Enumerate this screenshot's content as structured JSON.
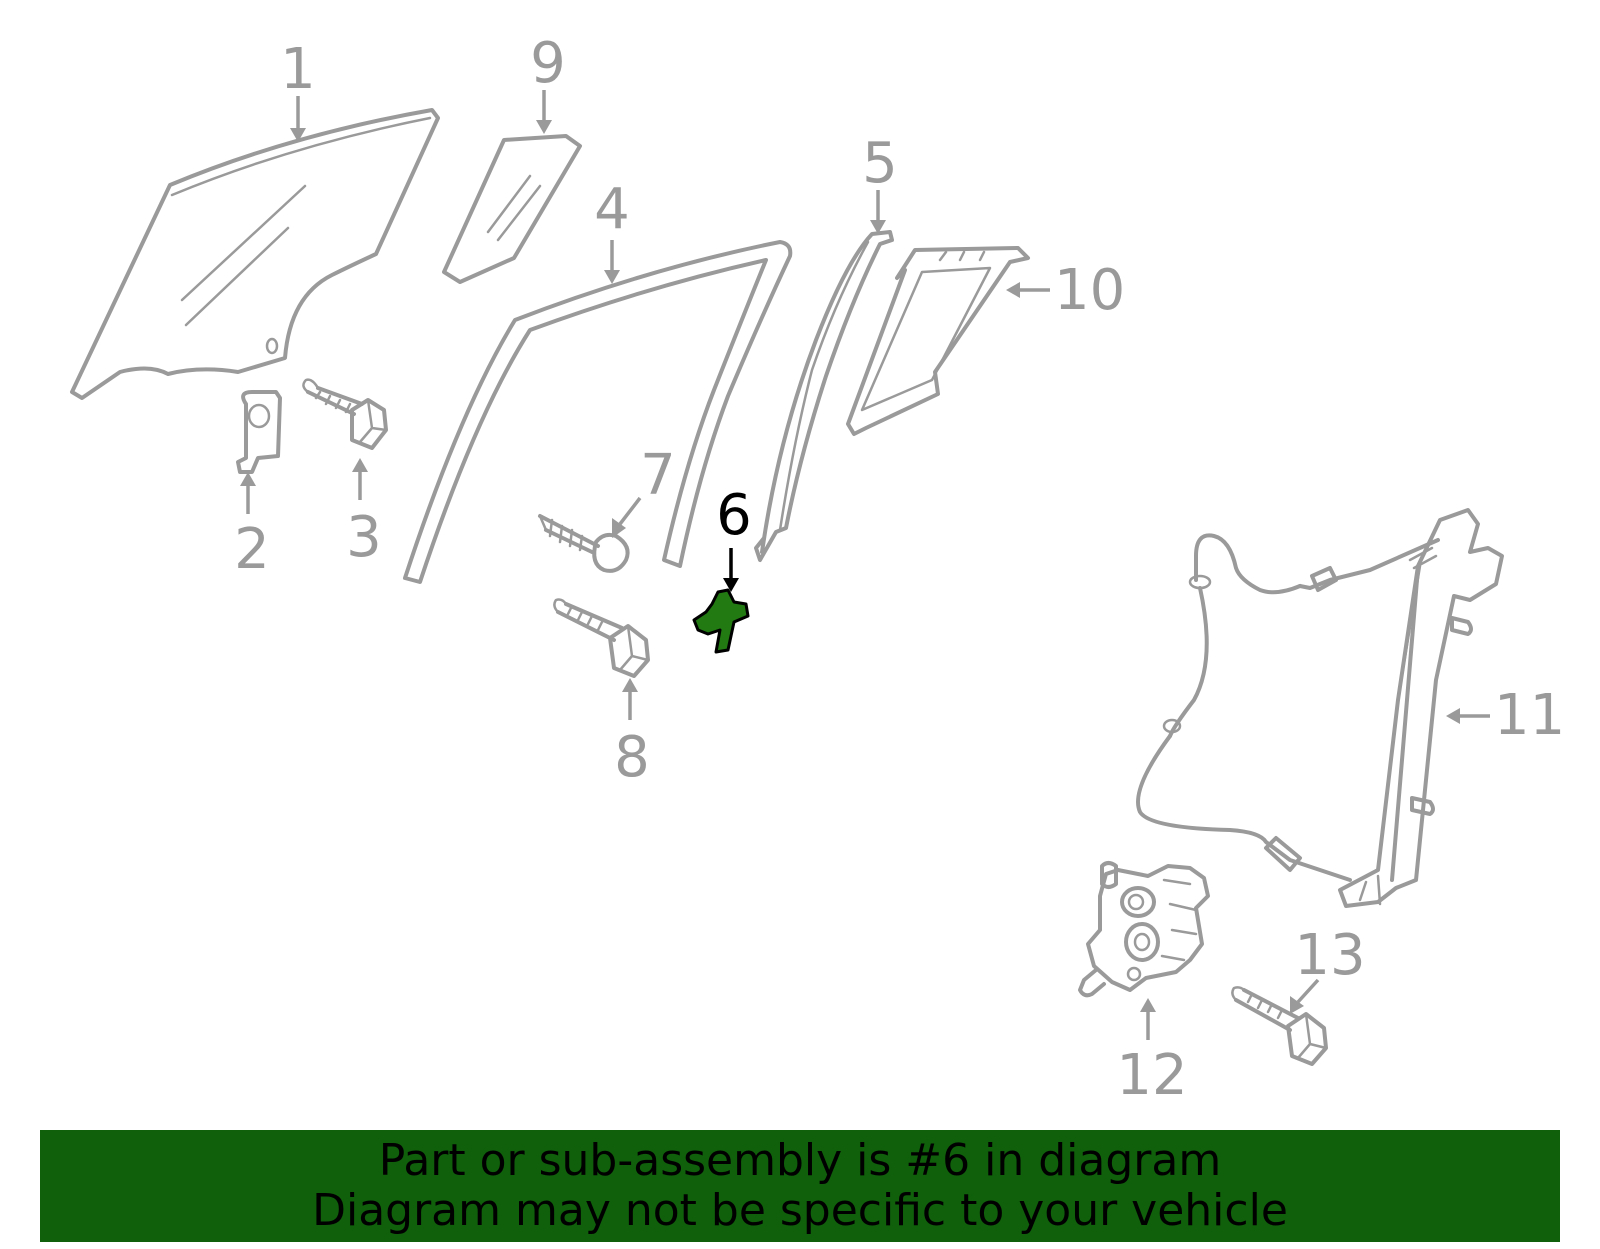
{
  "diagram": {
    "callouts": [
      {
        "id": "1",
        "label": "1"
      },
      {
        "id": "2",
        "label": "2"
      },
      {
        "id": "3",
        "label": "3"
      },
      {
        "id": "4",
        "label": "4"
      },
      {
        "id": "5",
        "label": "5"
      },
      {
        "id": "6",
        "label": "6"
      },
      {
        "id": "7",
        "label": "7"
      },
      {
        "id": "8",
        "label": "8"
      },
      {
        "id": "9",
        "label": "9"
      },
      {
        "id": "10",
        "label": "10"
      },
      {
        "id": "11",
        "label": "11"
      },
      {
        "id": "12",
        "label": "12"
      },
      {
        "id": "13",
        "label": "13"
      }
    ],
    "highlighted_part": "6"
  },
  "colors": {
    "part_stroke": "#9a9a9a",
    "highlight_fill": "#217a12",
    "banner_bg": "#0f5f0b",
    "banner_text": "#000000"
  },
  "banner": {
    "line1": "Part or sub-assembly is #6 in diagram",
    "line2": "Diagram may not be specific to your vehicle"
  }
}
